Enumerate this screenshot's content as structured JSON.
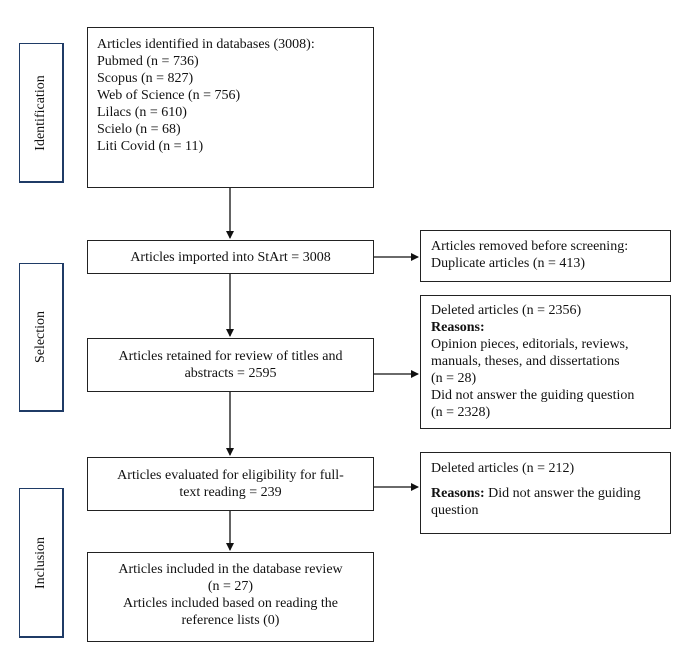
{
  "phases": {
    "identification": "Identification",
    "selection": "Selection",
    "inclusion": "Inclusion"
  },
  "identified": {
    "heading": "Articles identified in databases (3008):",
    "sources": [
      "Pubmed (n = 736)",
      "Scopus (n = 827)",
      "Web of Science (n = 756)",
      "Lilacs (n = 610)",
      "Scielo (n = 68)",
      "Liti Covid (n = 11)"
    ]
  },
  "imported": {
    "text": "Articles imported into StArt = 3008"
  },
  "removed": {
    "line1": "Articles removed before screening:",
    "line2": "Duplicate articles (n = 413)"
  },
  "retained": {
    "line1": "Articles retained for review of titles and",
    "line2": "abstracts = 2595"
  },
  "deleted1": {
    "heading": "Deleted articles (n = 2356)",
    "reasons_label": "Reasons:",
    "lines": [
      "Opinion pieces, editorials, reviews,",
      "manuals, theses, and dissertations",
      "(n = 28)",
      "Did not answer the guiding question",
      "(n = 2328)"
    ]
  },
  "eligibility": {
    "line1": "Articles evaluated for eligibility for full-",
    "line2": "text reading = 239"
  },
  "deleted2": {
    "heading": "Deleted articles (n = 212)",
    "reasons_label": "Reasons:",
    "reasons_text": " Did not answer the guiding",
    "reasons_text2": "question"
  },
  "included": {
    "line1": "Articles included in the database review",
    "line2": "(n = 27)",
    "line3": "Articles included based on reading the",
    "line4": "reference lists (0)"
  }
}
